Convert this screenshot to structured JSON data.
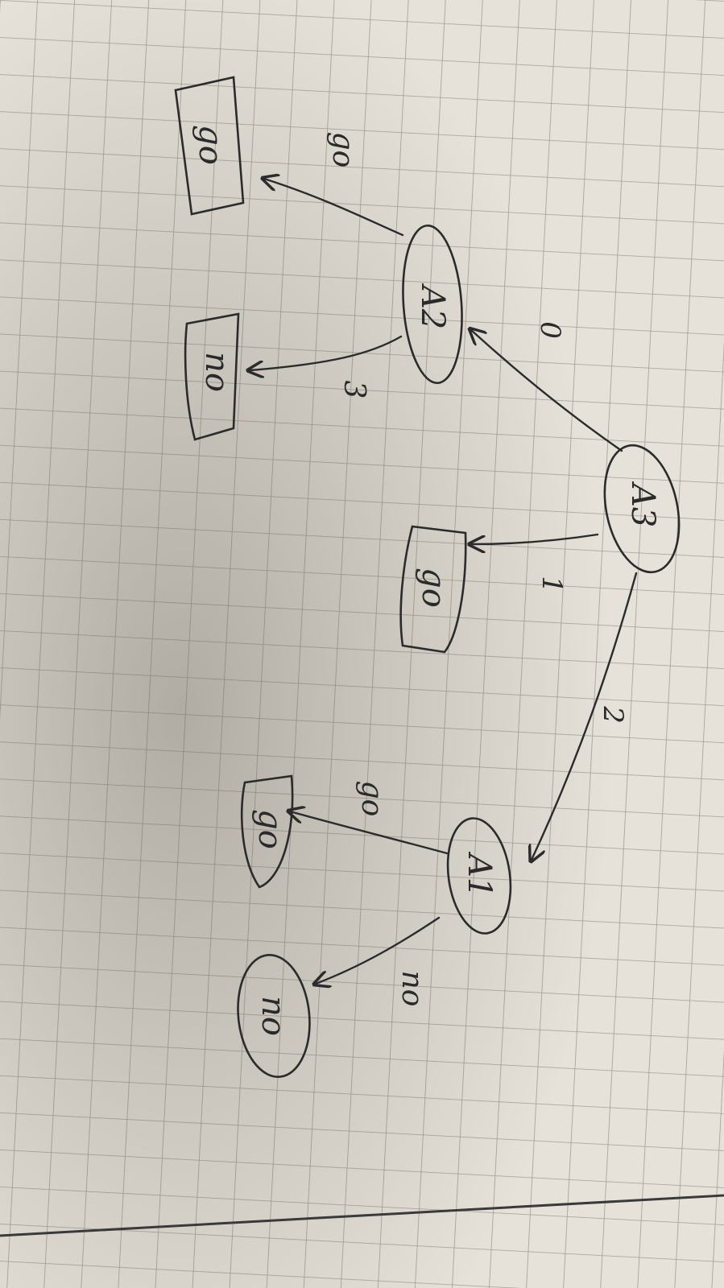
{
  "colors": {
    "paper": "#e8e4dc",
    "grid": "#9e9a92",
    "ink": "#2b2b2b",
    "shadow": "#8f8a80"
  },
  "nodes": {
    "a3": "A3",
    "a2": "A2",
    "a1": "A1"
  },
  "leaves": {
    "leaf_top": "go",
    "leaf_a2_3": "no",
    "leaf_mid": "go",
    "leaf_a1_go": "go",
    "leaf_a1_no": "no"
  },
  "edges": {
    "a3_a2": "0",
    "a3_mid": "1",
    "a3_a1": "2",
    "a2_top": "go",
    "a2_no": "3",
    "a1_go": "go",
    "a1_no": "no"
  }
}
